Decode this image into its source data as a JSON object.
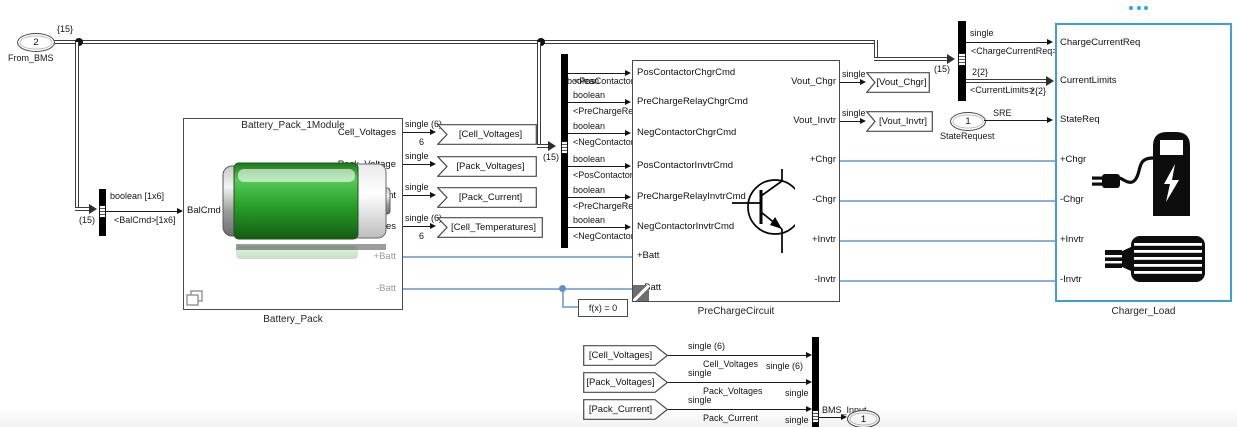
{
  "inport_from_bms": {
    "num": "2",
    "label": "From_BMS",
    "dim": "{15}"
  },
  "bus_labels": {
    "left": "(15)",
    "mid": "(15)",
    "right": "(15)"
  },
  "balcmd": {
    "type": "boolean [1x6]",
    "elem": "<BalCmd>",
    "width": "[1x6]"
  },
  "battery": {
    "title": "Battery_Pack_1Module",
    "label": "Battery_Pack",
    "port_in": "BalCmd",
    "ports_out": [
      "Cell_Voltages",
      "Pack_Voltage",
      "Pack_Current",
      "Cell_Temperatures"
    ],
    "ports_phys": [
      "+Batt",
      "-Batt"
    ],
    "lines": [
      {
        "type": "single (6)",
        "width": "6"
      },
      {
        "type": "single",
        "width": ""
      },
      {
        "type": "single",
        "width": ""
      },
      {
        "type": "single (6)",
        "width": "6"
      }
    ]
  },
  "gotos": [
    "[Cell_Voltages]",
    "[Pack_Voltages]",
    "[Pack_Current]",
    "[Cell_Temperatures]"
  ],
  "midbus": [
    {
      "type": "boolean",
      "elem": "<PosContactorChgrCmd>"
    },
    {
      "type": "boolean",
      "elem": "<PreChargeRelayChgrCmd>"
    },
    {
      "type": "boolean",
      "elem": "<NegContactorChgrCmd>"
    },
    {
      "type": "boolean",
      "elem": "<PosContactorInvtrCmd>"
    },
    {
      "type": "boolean",
      "elem": "<PreChargeRelayInvtrCmd>"
    },
    {
      "type": "boolean",
      "elem": "<NegContactorInvtrCmd>"
    }
  ],
  "precharge": {
    "label": "PreChargeCircuit",
    "ports_in": [
      "PosContactorChgrCmd",
      "PreChargeRelayChgrCmd",
      "NegContactorChgrCmd",
      "PosContactorInvtrCmd",
      "PreChargeRelayInvtrCmd",
      "NegContactorInvtrCmd"
    ],
    "ports_phys_in": [
      "+Batt",
      "-Batt"
    ],
    "ports_out": [
      "Vout_Chgr",
      "Vout_Invtr"
    ],
    "ports_phys_out": [
      "+Chgr",
      "-Chgr",
      "+Invtr",
      "-Invtr"
    ],
    "out_types": [
      "single",
      "single"
    ]
  },
  "vout_gotos": [
    "[Vout_Chgr]",
    "[Vout_Invtr]"
  ],
  "rightbus": [
    {
      "type": "single",
      "elem": "<ChargeCurrentReq>",
      "width": ""
    },
    {
      "type": "2{2}",
      "elem": "<CurrentLimits>",
      "width": "2{2}"
    }
  ],
  "state_request": {
    "num": "1",
    "label": "StateRequest",
    "line": "SRE"
  },
  "charger": {
    "label": "Charger_Load",
    "ports": [
      "ChargeCurrentReq",
      "CurrentLimits",
      "StateReq",
      "+Chgr",
      "-Chgr",
      "+Invtr",
      "-Invtr"
    ]
  },
  "solver": {
    "label": "f(x) = 0"
  },
  "bottom": {
    "rows": [
      {
        "tag": "[Cell_Voltages]",
        "type": "single (6)",
        "name": "Cell_Voltages",
        "type2": "single (6)"
      },
      {
        "tag": "[Pack_Voltages]",
        "type": "single",
        "name": "Pack_Voltages",
        "type2": "single"
      },
      {
        "tag": "[Pack_Current]",
        "type": "single",
        "name": "Pack_Current",
        "type2": "single"
      }
    ],
    "out_label": "BMS_Input",
    "outport_num": "1"
  },
  "icons": {
    "menu": "ellipsis-menu",
    "battery": "battery-icon",
    "transistor": "npn-transistor-icon",
    "ev_charger": "ev-charging-station-icon",
    "motor": "electric-motor-icon",
    "variant_badge": "variant-badge-icon",
    "preview_badge": "content-preview-badge-icon"
  },
  "colors": {
    "selection": "#3f9ddb",
    "physical_line": "#8ab0d8",
    "battery_green": "#2eae2e"
  }
}
